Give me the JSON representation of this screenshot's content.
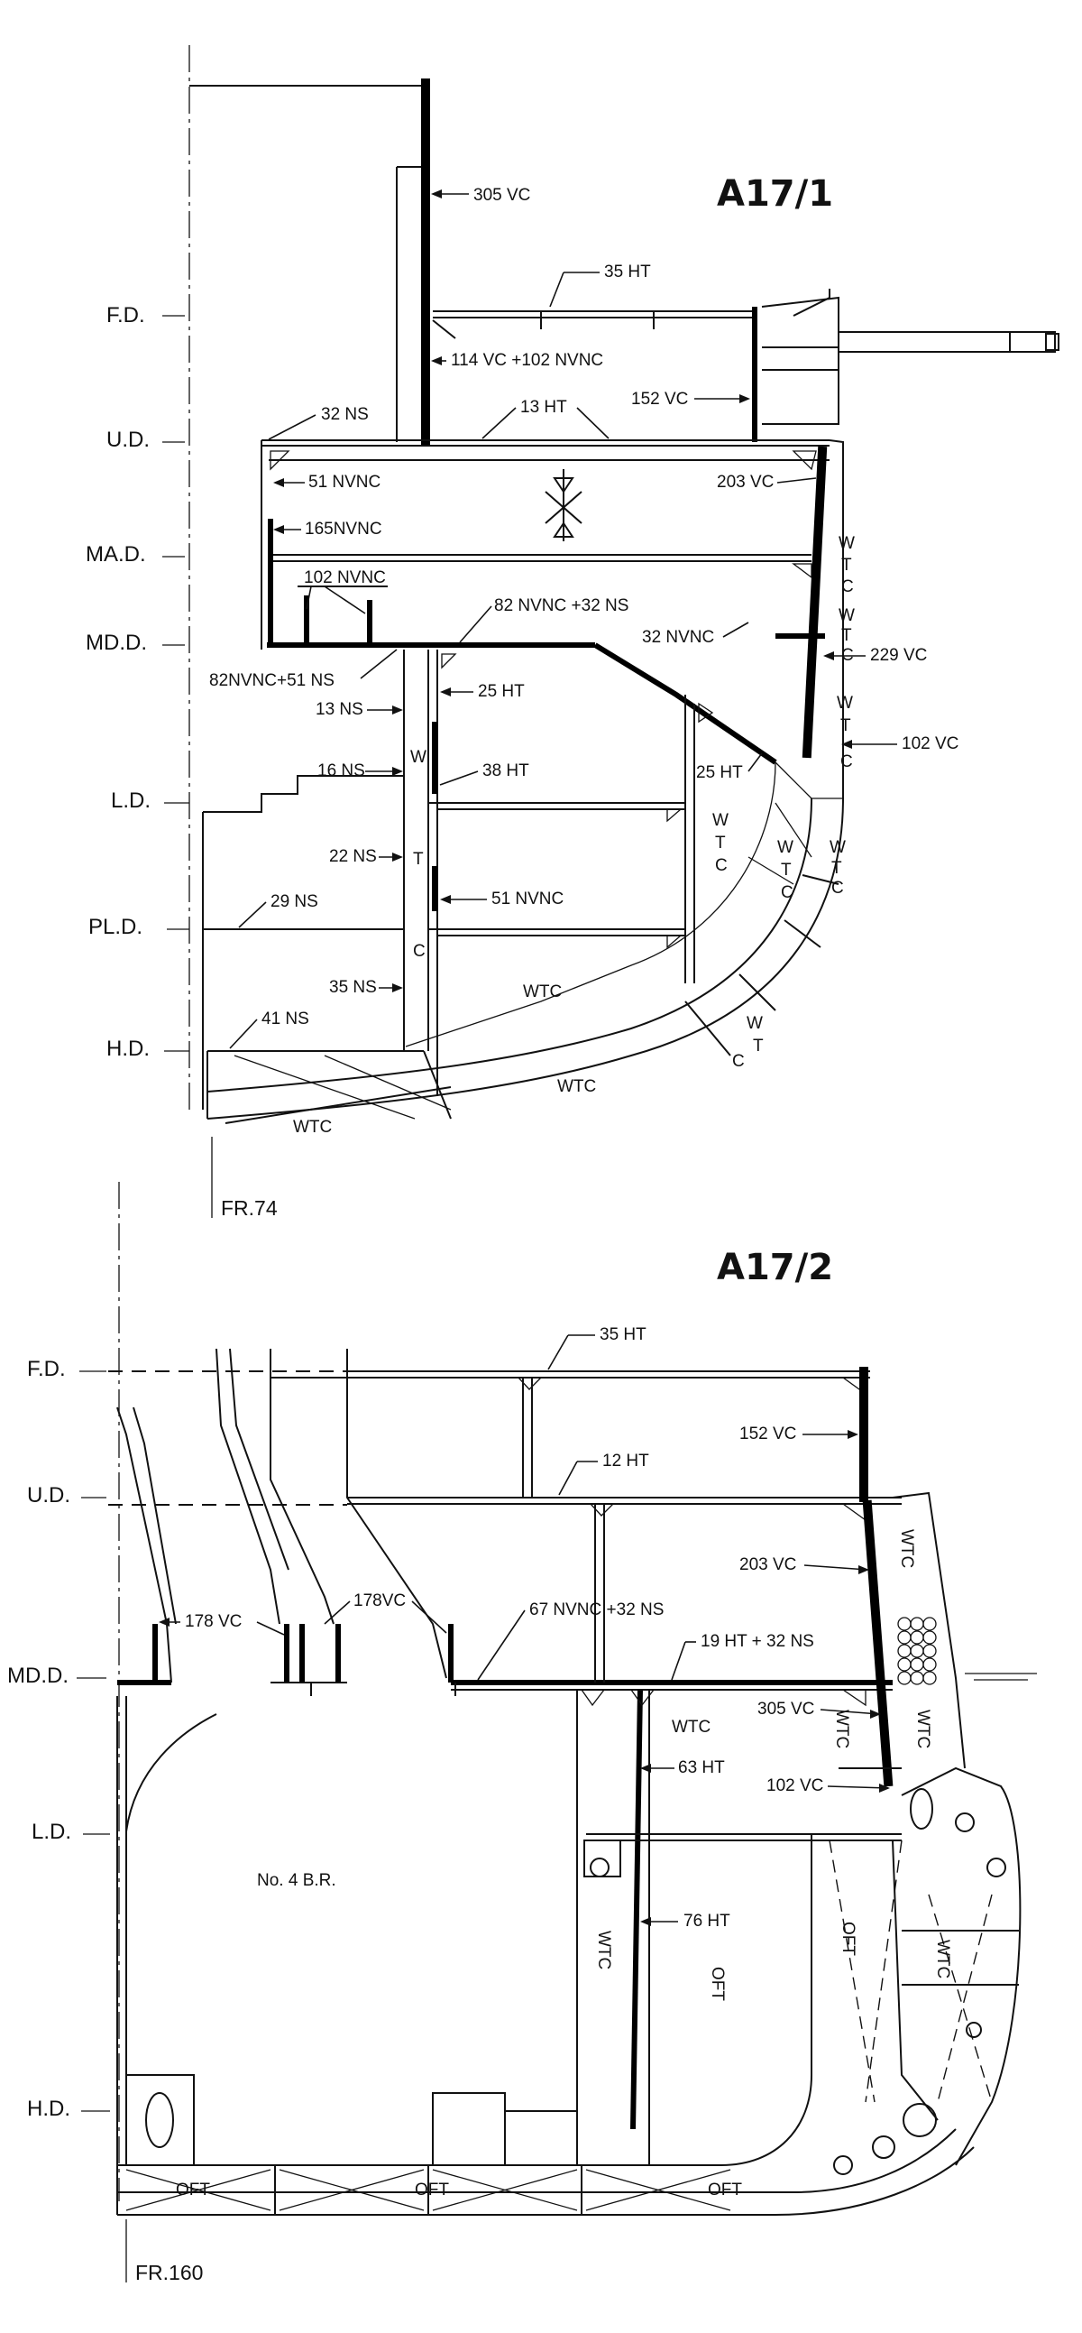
{
  "section1": {
    "title": "A17/1",
    "frame": "FR.74",
    "decks": [
      "F.D.",
      "U.D.",
      "MA.D.",
      "MD.D.",
      "L.D.",
      "PL.D.",
      "H.D."
    ],
    "labels": {
      "l305": "305 VC",
      "l35ht": "35 HT",
      "l114": "114 VC +102 NVNC",
      "l152": "152 VC",
      "l32ns": "32 NS",
      "l13ht": "13 HT",
      "l51nvnc": "51 NVNC",
      "l203": "203 VC",
      "l165": "165NVNC",
      "l102nvnc": "102 NVNC",
      "l82": "82 NVNC +32 NS",
      "l32nvnc": "32 NVNC",
      "l229": "229 VC",
      "l8251": "82NVNC+51 NS",
      "l25ht": "25 HT",
      "l13ns": "13 NS",
      "l102vc": "102 VC",
      "l16ns": "16 NS",
      "l38ht": "38 HT",
      "l25ht2": "25 HT",
      "l22ns": "22 NS",
      "l51nvnc2": "51 NVNC",
      "l29ns": "29 NS",
      "l35ns": "35 NS",
      "l41ns": "41 NS"
    },
    "rooms": [
      "WTC",
      "W",
      "T",
      "C"
    ]
  },
  "section2": {
    "title": "A17/2",
    "frame": "FR.160",
    "decks": [
      "F.D.",
      "U.D.",
      "MD.D.",
      "L.D.",
      "H.D."
    ],
    "labels": {
      "l35ht": "35 HT",
      "l152": "152 VC",
      "l12ht": "12 HT",
      "l203": "203 VC",
      "l178a": "178 VC",
      "l178b": "178VC",
      "l67": "67 NVNC +32 NS",
      "l19": "19 HT + 32 NS",
      "l305": "305 VC",
      "l63": "63 HT",
      "l102": "102 VC",
      "l76": "76 HT"
    },
    "rooms": {
      "br": "No. 4  B.R.",
      "oft": "OFT",
      "wtc": "WTC"
    }
  }
}
